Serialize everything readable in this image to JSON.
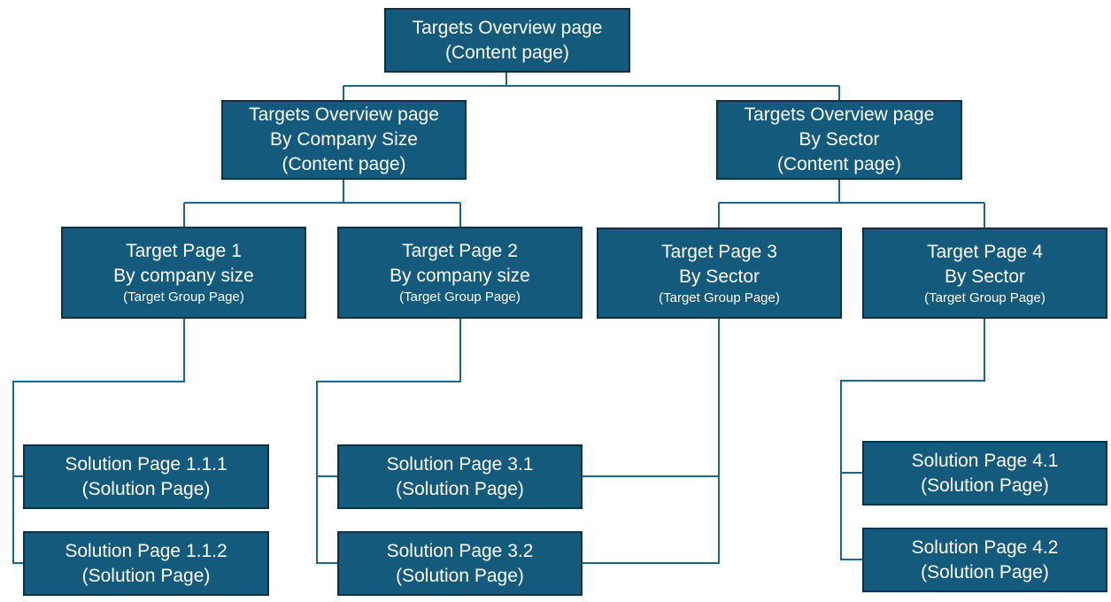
{
  "diagram": {
    "root": {
      "line1": "Targets Overview page",
      "line2": "(Content page)"
    },
    "company_size": {
      "line1": "Targets Overview page",
      "line2": "By Company Size",
      "line3": "(Content page)"
    },
    "sector": {
      "line1": "Targets Overview page",
      "line2": "By Sector",
      "line3": "(Content page)"
    },
    "target1": {
      "line1": "Target Page 1",
      "line2": "By company size",
      "line3": "(Target Group Page)"
    },
    "target2": {
      "line1": "Target Page 2",
      "line2": "By company size",
      "line3": "(Target Group Page)"
    },
    "target3": {
      "line1": "Target Page 3",
      "line2": "By Sector",
      "line3": "(Target Group Page)"
    },
    "target4": {
      "line1": "Target Page 4",
      "line2": "By Sector",
      "line3": "(Target Group Page)"
    },
    "sol111": {
      "line1": "Solution Page 1.1.1",
      "line2": "(Solution Page)"
    },
    "sol112": {
      "line1": "Solution Page 1.1.2",
      "line2": "(Solution Page)"
    },
    "sol31": {
      "line1": "Solution Page 3.1",
      "line2": "(Solution Page)"
    },
    "sol32": {
      "line1": "Solution Page 3.2",
      "line2": "(Solution Page)"
    },
    "sol41": {
      "line1": "Solution Page 4.1",
      "line2": "(Solution Page)"
    },
    "sol42": {
      "line1": "Solution Page 4.2",
      "line2": "(Solution Page)"
    }
  },
  "colors": {
    "box_fill": "#145a7c",
    "box_border": "#0c3046",
    "connector": "#166a92",
    "text": "#ffffff"
  }
}
